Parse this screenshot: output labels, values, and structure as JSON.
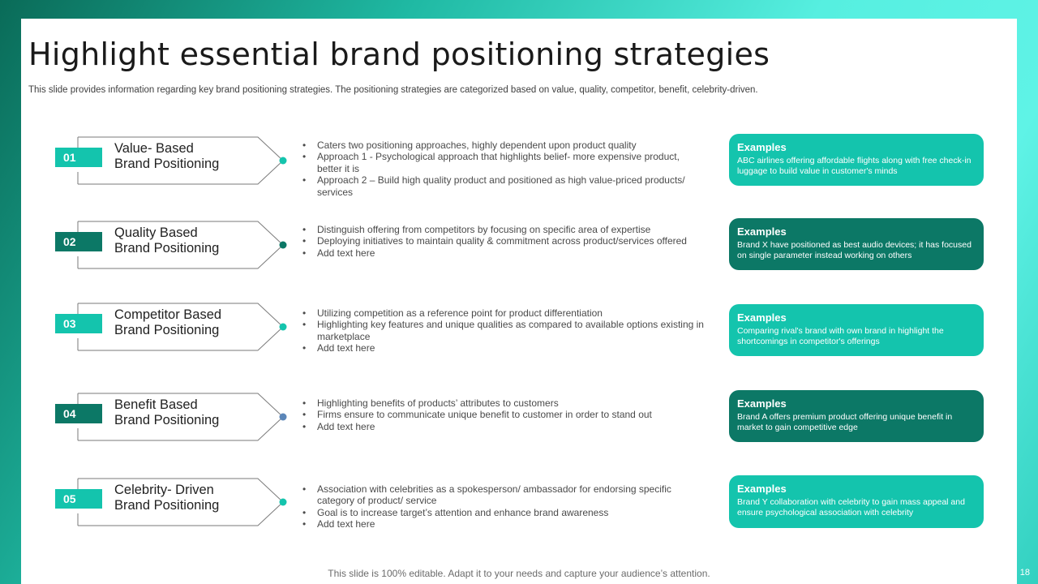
{
  "slide": {
    "title": "Highlight essential brand positioning strategies",
    "subtitle": "This slide provides information regarding key brand positioning strategies. The positioning strategies are categorized based on value, quality, competitor, benefit, celebrity-driven.",
    "footer_note": "This slide is 100% editable. Adapt it to your needs and capture your audience’s attention.",
    "page_number": "18"
  },
  "colors": {
    "teal_light": "#14c4ad",
    "teal_dark": "#0c7866",
    "dot_blue": "#5b86b8",
    "outline_gray": "#7a7a7a"
  },
  "strategies": [
    {
      "number": "01",
      "name_line1": "Value- Based",
      "name_line2": "Brand Positioning",
      "badge_color": "#14c4ad",
      "dot_color": "#14c4ad",
      "bullets": [
        "Caters two positioning approaches, highly dependent upon product quality",
        "Approach 1 - Psychological approach that highlights belief- more expensive product, better it is",
        "Approach 2 – Build high quality product and positioned as high value-priced products/ services"
      ],
      "example_title": "Examples",
      "example_text": "ABC airlines offering affordable flights along with free check-in luggage to build value in customer's minds",
      "card_color": "#14c4ad"
    },
    {
      "number": "02",
      "name_line1": "Quality Based",
      "name_line2": "Brand Positioning",
      "badge_color": "#0c7866",
      "dot_color": "#0c7866",
      "bullets": [
        "Distinguish offering from competitors by focusing on specific area of expertise",
        "Deploying initiatives to maintain quality & commitment across product/services offered",
        "Add text here"
      ],
      "example_title": "Examples",
      "example_text": "Brand X have positioned as best audio devices; it has focused on single parameter instead working on others",
      "card_color": "#0c7866"
    },
    {
      "number": "03",
      "name_line1": "Competitor Based",
      "name_line2": "Brand Positioning",
      "badge_color": "#14c4ad",
      "dot_color": "#14c4ad",
      "bullets": [
        "Utilizing competition as a reference point for product differentiation",
        "Highlighting key features and unique qualities as compared to available options existing in marketplace",
        "Add text here"
      ],
      "example_title": "Examples",
      "example_text": "Comparing rival's brand with own brand in highlight the shortcomings in competitor's offerings",
      "card_color": "#14c4ad"
    },
    {
      "number": "04",
      "name_line1": "Benefit Based",
      "name_line2": "Brand Positioning",
      "badge_color": "#0c7866",
      "dot_color": "#5b86b8",
      "bullets": [
        "Highlighting benefits of products’ attributes to customers",
        "Firms ensure to communicate unique benefit to customer in order to stand out",
        "Add text here"
      ],
      "example_title": "Examples",
      "example_text": "Brand A offers premium product offering unique benefit in market to gain competitive edge",
      "card_color": "#0c7866"
    },
    {
      "number": "05",
      "name_line1": "Celebrity- Driven",
      "name_line2": "Brand Positioning",
      "badge_color": "#14c4ad",
      "dot_color": "#14c4ad",
      "bullets": [
        "Association with celebrities as a spokesperson/ ambassador for endorsing specific category of product/ service",
        "Goal is to increase target’s attention and enhance brand awareness",
        "Add text here"
      ],
      "example_title": "Examples",
      "example_text": "Brand Y collaboration with celebrity to gain mass appeal and ensure psychological association with celebrity",
      "card_color": "#14c4ad"
    }
  ]
}
